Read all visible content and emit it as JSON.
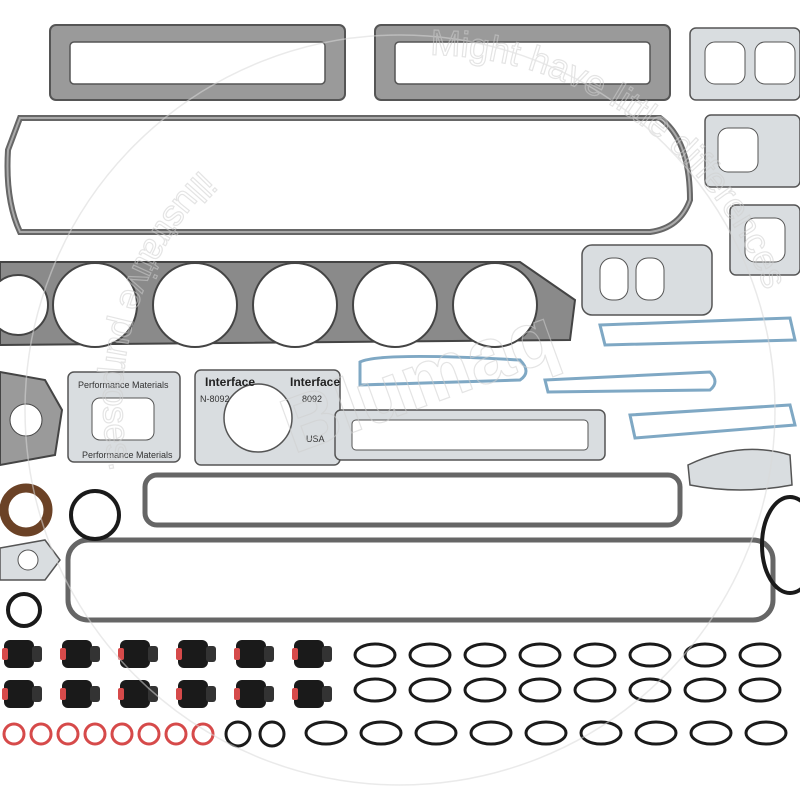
{
  "photo": {
    "subject": "engine gasket kit",
    "colors": {
      "background": "#ffffff",
      "gasket_body": "#8a8a8a",
      "gasket_light": "#d9dde0",
      "gasket_outline": "#555555",
      "seal_black": "#1a1a1a",
      "seal_brown": "#6b4226",
      "seal_red": "#d64a4a",
      "watermark": "#cfcfcf"
    },
    "printed_labels": {
      "brand_a": "Interface",
      "brand_b": "Interface",
      "maker_line": "Performance Materials",
      "part_code": "N-8092",
      "part_code_2": "8092",
      "country": "USA"
    },
    "watermark": {
      "brand": "Blumaq",
      "arc_text": "Might have little differences",
      "arc_text_2": "illustrative purposes."
    }
  }
}
